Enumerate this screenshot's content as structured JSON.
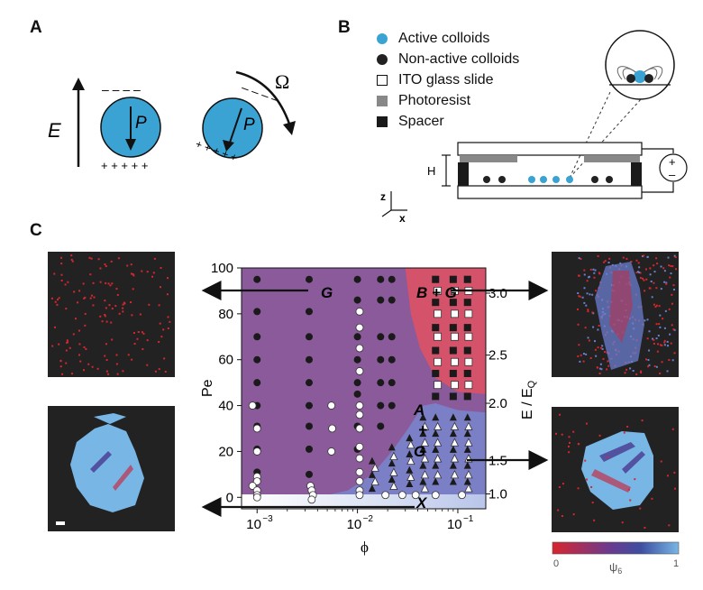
{
  "panels": {
    "a": "A",
    "b": "B",
    "c": "C"
  },
  "panel_a": {
    "field_label": "E",
    "dipole_label": "P",
    "rotation_label": "Ω",
    "plus": "+",
    "minus": "–"
  },
  "panel_b": {
    "legend": [
      {
        "label": "Active colloids",
        "color": "#3aa3d3",
        "shape": "dot"
      },
      {
        "label": "Non-active colloids",
        "color": "#222222",
        "shape": "dot"
      },
      {
        "label": "ITO glass slide",
        "color": "#ffffff",
        "shape": "square-open"
      },
      {
        "label": "Photoresist",
        "color": "#888888",
        "shape": "square"
      },
      {
        "label": "Spacer",
        "color": "#1a1a1a",
        "shape": "square"
      }
    ],
    "height_label": "H",
    "axis_z": "z",
    "axis_x": "x",
    "source_plus": "+",
    "source_minus": "–"
  },
  "chart_data": {
    "type": "scatter",
    "xlabel": "ϕ",
    "ylabel": "Pe",
    "y2label": "E / E",
    "y2label_sub": "Q",
    "xscale": "log",
    "xlim": [
      0.0007,
      0.19
    ],
    "ylim": [
      -5,
      100
    ],
    "x_ticks": [
      {
        "value": 0.001,
        "label": "10"
      },
      {
        "value": 0.01,
        "label": "10"
      },
      {
        "value": 0.1,
        "label": "10"
      }
    ],
    "x_tick_exponents": [
      "−3",
      "−2",
      "−1"
    ],
    "y_ticks": [
      0,
      20,
      40,
      60,
      80,
      100
    ],
    "y2_ticks": [
      {
        "pe": 1.5,
        "label": "1.0"
      },
      {
        "pe": 16,
        "label": "1.5"
      },
      {
        "pe": 41,
        "label": "2.0"
      },
      {
        "pe": 62,
        "label": "2.5"
      },
      {
        "pe": 89,
        "label": "3.0"
      }
    ],
    "regions": [
      {
        "name": "G",
        "label": "G",
        "color": "#8a5a9a"
      },
      {
        "name": "B+G",
        "label": "B + G",
        "color": "#d4526a"
      },
      {
        "name": "A+G",
        "label": "A\n+\nG",
        "color": "#7a7fc6"
      },
      {
        "name": "X",
        "label": "X",
        "color": "#dfe6f5"
      }
    ],
    "series": [
      {
        "name": "G",
        "marker": "filled-circle",
        "points": [
          [
            0.001,
            95
          ],
          [
            0.001,
            81
          ],
          [
            0.001,
            70
          ],
          [
            0.001,
            60
          ],
          [
            0.001,
            50
          ],
          [
            0.001,
            40
          ],
          [
            0.001,
            31
          ],
          [
            0.001,
            21
          ],
          [
            0.001,
            11
          ],
          [
            0.0033,
            95
          ],
          [
            0.0033,
            81
          ],
          [
            0.0033,
            70
          ],
          [
            0.0033,
            60
          ],
          [
            0.0033,
            50
          ],
          [
            0.0033,
            40
          ],
          [
            0.0033,
            31
          ],
          [
            0.0033,
            21
          ],
          [
            0.0033,
            10
          ],
          [
            0.01,
            95
          ],
          [
            0.01,
            86
          ],
          [
            0.01,
            70
          ],
          [
            0.01,
            60
          ],
          [
            0.01,
            50
          ],
          [
            0.01,
            45
          ],
          [
            0.01,
            31
          ],
          [
            0.01,
            21
          ],
          [
            0.017,
            95
          ],
          [
            0.017,
            86
          ],
          [
            0.017,
            70
          ],
          [
            0.017,
            60
          ],
          [
            0.017,
            50
          ],
          [
            0.017,
            40
          ],
          [
            0.017,
            31
          ],
          [
            0.022,
            95
          ],
          [
            0.022,
            86
          ],
          [
            0.022,
            70
          ],
          [
            0.022,
            60
          ],
          [
            0.022,
            50
          ],
          [
            0.022,
            40
          ]
        ]
      },
      {
        "name": "X",
        "marker": "open-circle",
        "points": [
          [
            0.0009,
            40
          ],
          [
            0.001,
            30
          ],
          [
            0.001,
            20
          ],
          [
            0.001,
            9
          ],
          [
            0.001,
            7
          ],
          [
            0.0009,
            5
          ],
          [
            0.001,
            3
          ],
          [
            0.001,
            1
          ],
          [
            0.001,
            0
          ],
          [
            0.0034,
            5
          ],
          [
            0.0035,
            3
          ],
          [
            0.0036,
            1
          ],
          [
            0.0035,
            -1
          ],
          [
            0.0055,
            40
          ],
          [
            0.0056,
            30
          ],
          [
            0.0055,
            20
          ],
          [
            0.0105,
            81
          ],
          [
            0.0105,
            74
          ],
          [
            0.0105,
            65
          ],
          [
            0.0105,
            55
          ],
          [
            0.0105,
            40
          ],
          [
            0.0105,
            36
          ],
          [
            0.0105,
            30
          ],
          [
            0.0105,
            22
          ],
          [
            0.0105,
            17
          ],
          [
            0.0105,
            11
          ],
          [
            0.0105,
            7
          ],
          [
            0.0105,
            3
          ],
          [
            0.0105,
            1
          ],
          [
            0.019,
            1
          ],
          [
            0.028,
            1
          ],
          [
            0.038,
            1
          ],
          [
            0.06,
            1
          ],
          [
            0.11,
            1
          ]
        ]
      },
      {
        "name": "B+G",
        "marker": "filled-square",
        "points": [
          [
            0.06,
            95
          ],
          [
            0.06,
            85
          ],
          [
            0.06,
            74
          ],
          [
            0.06,
            64
          ],
          [
            0.06,
            54
          ],
          [
            0.06,
            44
          ],
          [
            0.09,
            95
          ],
          [
            0.09,
            85
          ],
          [
            0.09,
            74
          ],
          [
            0.09,
            64
          ],
          [
            0.09,
            54
          ],
          [
            0.09,
            44
          ],
          [
            0.125,
            95
          ],
          [
            0.125,
            85
          ],
          [
            0.125,
            74
          ],
          [
            0.125,
            64
          ],
          [
            0.125,
            54
          ],
          [
            0.125,
            44
          ]
        ]
      },
      {
        "name": "B",
        "marker": "open-square",
        "points": [
          [
            0.063,
            90
          ],
          [
            0.063,
            80
          ],
          [
            0.063,
            70
          ],
          [
            0.063,
            59
          ],
          [
            0.063,
            49
          ],
          [
            0.093,
            90
          ],
          [
            0.093,
            80
          ],
          [
            0.093,
            70
          ],
          [
            0.093,
            59
          ],
          [
            0.093,
            49
          ],
          [
            0.128,
            90
          ],
          [
            0.128,
            80
          ],
          [
            0.128,
            70
          ],
          [
            0.128,
            59
          ],
          [
            0.128,
            49
          ]
        ]
      },
      {
        "name": "A+G",
        "marker": "filled-triangle",
        "points": [
          [
            0.014,
            16
          ],
          [
            0.014,
            10
          ],
          [
            0.014,
            4
          ],
          [
            0.022,
            22
          ],
          [
            0.022,
            15
          ],
          [
            0.022,
            8
          ],
          [
            0.033,
            26
          ],
          [
            0.033,
            19
          ],
          [
            0.033,
            12
          ],
          [
            0.033,
            6
          ],
          [
            0.045,
            35
          ],
          [
            0.045,
            28
          ],
          [
            0.045,
            21
          ],
          [
            0.045,
            14
          ],
          [
            0.045,
            7
          ],
          [
            0.06,
            35
          ],
          [
            0.06,
            28
          ],
          [
            0.06,
            21
          ],
          [
            0.06,
            14
          ],
          [
            0.06,
            7
          ],
          [
            0.09,
            35
          ],
          [
            0.09,
            28
          ],
          [
            0.09,
            21
          ],
          [
            0.09,
            14
          ],
          [
            0.09,
            7
          ],
          [
            0.125,
            35
          ],
          [
            0.125,
            28
          ],
          [
            0.125,
            21
          ],
          [
            0.125,
            14
          ],
          [
            0.125,
            7
          ]
        ]
      },
      {
        "name": "A",
        "marker": "open-triangle",
        "points": [
          [
            0.015,
            13
          ],
          [
            0.015,
            7
          ],
          [
            0.023,
            18
          ],
          [
            0.023,
            11
          ],
          [
            0.023,
            5
          ],
          [
            0.034,
            23
          ],
          [
            0.034,
            16
          ],
          [
            0.034,
            9
          ],
          [
            0.047,
            31
          ],
          [
            0.047,
            24
          ],
          [
            0.047,
            17
          ],
          [
            0.047,
            10
          ],
          [
            0.047,
            4
          ],
          [
            0.063,
            31
          ],
          [
            0.063,
            24
          ],
          [
            0.063,
            17
          ],
          [
            0.063,
            10
          ],
          [
            0.093,
            31
          ],
          [
            0.093,
            24
          ],
          [
            0.093,
            17
          ],
          [
            0.093,
            10
          ],
          [
            0.128,
            31
          ],
          [
            0.128,
            24
          ],
          [
            0.128,
            17
          ],
          [
            0.128,
            10
          ],
          [
            0.128,
            4
          ]
        ]
      }
    ],
    "colorbar": {
      "label": "ψ",
      "label_sub": "6",
      "min": "0",
      "max": "1",
      "colors": [
        "#d8262e",
        "#6b3a8e",
        "#3e4ea0",
        "#78b6e6"
      ]
    }
  }
}
